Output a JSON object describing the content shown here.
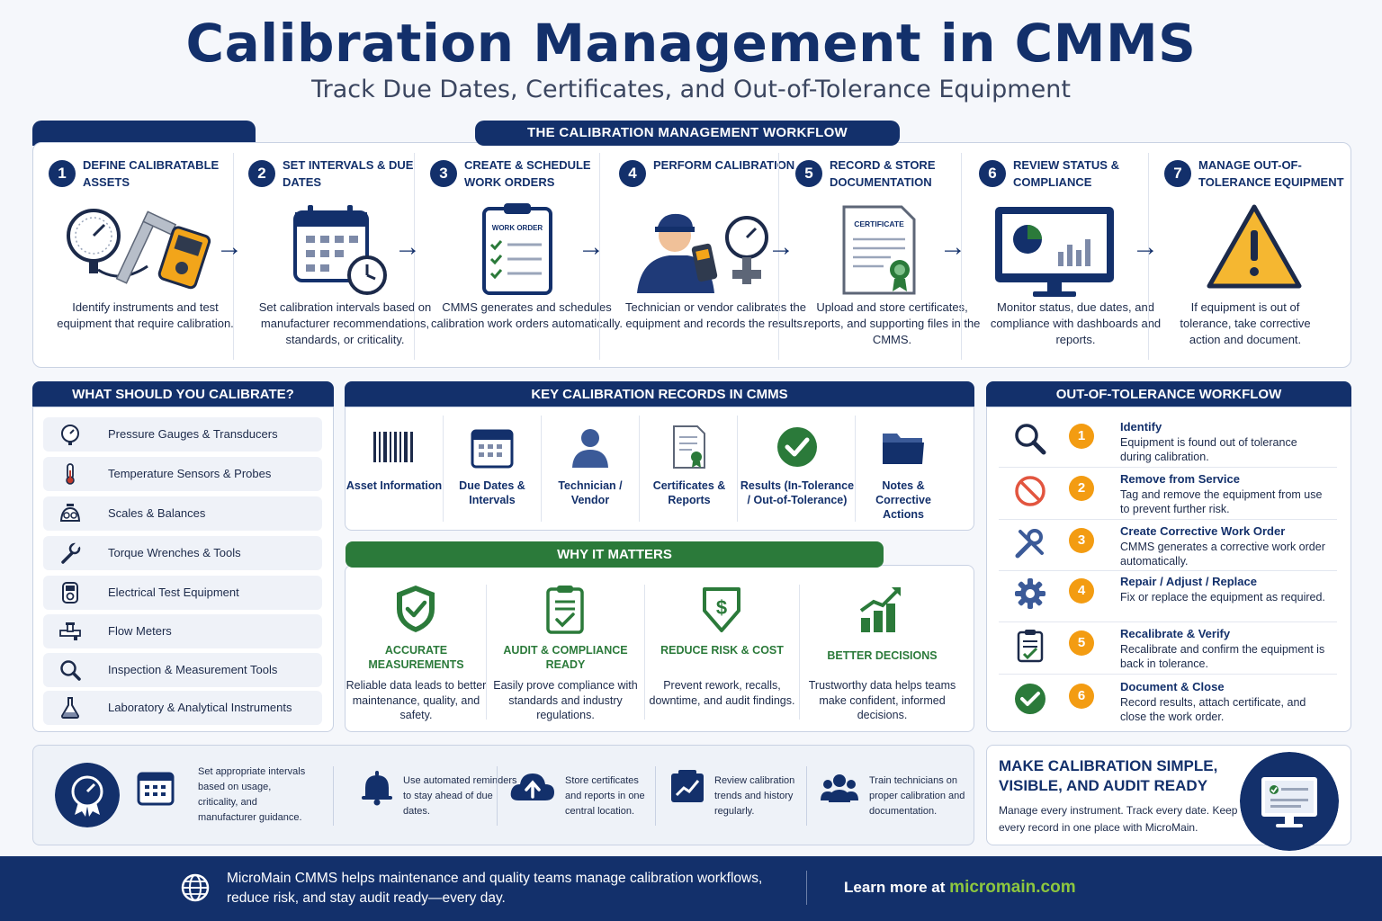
{
  "title": "Calibration Management in CMMS",
  "subtitle": "Track Due Dates, Certificates, and Out-of-Tolerance Equipment",
  "workflow": {
    "header": "THE CALIBRATION MANAGEMENT WORKFLOW",
    "steps": [
      {
        "num": "1",
        "title": "DEFINE CALIBRATABLE ASSETS",
        "desc": "Identify instruments and test equipment that require calibration.",
        "icon": "gauge-caliper-meter-icon"
      },
      {
        "num": "2",
        "title": "SET INTERVALS & DUE DATES",
        "desc": "Set calibration intervals based on manufacturer recommendations, standards, or criticality.",
        "icon": "calendar-clock-icon"
      },
      {
        "num": "3",
        "title": "CREATE & SCHEDULE WORK ORDERS",
        "desc": "CMMS generates and schedules calibration work orders automatically.",
        "icon": "work-order-clipboard-icon",
        "icon_label": "WORK ORDER"
      },
      {
        "num": "4",
        "title": "PERFORM CALIBRATION",
        "desc": "Technician or vendor calibrates the equipment and records the results.",
        "icon": "technician-icon"
      },
      {
        "num": "5",
        "title": "RECORD & STORE DOCUMENTATION",
        "desc": "Upload and store certificates, reports, and supporting files in the CMMS.",
        "icon": "certificate-icon",
        "icon_label": "CERTIFICATE"
      },
      {
        "num": "6",
        "title": "REVIEW STATUS & COMPLIANCE",
        "desc": "Monitor status, due dates, and compliance with dashboards and reports.",
        "icon": "dashboard-monitor-icon"
      },
      {
        "num": "7",
        "title": "MANAGE OUT-OF-TOLERANCE EQUIPMENT",
        "desc": "If equipment is out of tolerance, take corrective action and document.",
        "icon": "warning-icon"
      }
    ]
  },
  "calibrate": {
    "header": "WHAT SHOULD YOU CALIBRATE?",
    "items": [
      {
        "label": "Pressure Gauges & Transducers",
        "icon": "pressure-gauge-icon"
      },
      {
        "label": "Temperature Sensors & Probes",
        "icon": "thermometer-icon"
      },
      {
        "label": "Scales & Balances",
        "icon": "scale-icon"
      },
      {
        "label": "Torque Wrenches & Tools",
        "icon": "wrench-icon"
      },
      {
        "label": "Electrical Test Equipment",
        "icon": "multimeter-icon"
      },
      {
        "label": "Flow Meters",
        "icon": "flow-meter-icon"
      },
      {
        "label": "Inspection & Measurement Tools",
        "icon": "magnifier-icon"
      },
      {
        "label": "Laboratory & Analytical Instruments",
        "icon": "flask-icon"
      }
    ]
  },
  "records": {
    "header": "KEY CALIBRATION RECORDS IN CMMS",
    "items": [
      {
        "label": "Asset Information",
        "icon": "barcode-icon"
      },
      {
        "label": "Due Dates & Intervals",
        "icon": "calendar-icon"
      },
      {
        "label": "Technician / Vendor",
        "icon": "person-icon"
      },
      {
        "label": "Certificates & Reports",
        "icon": "certificate-doc-icon"
      },
      {
        "label": "Results (In-Tolerance / Out-of-Tolerance)",
        "icon": "check-circle-icon"
      },
      {
        "label": "Notes & Corrective Actions",
        "icon": "folder-icon"
      }
    ]
  },
  "why": {
    "header": "WHY IT MATTERS",
    "items": [
      {
        "title": "ACCURATE MEASUREMENTS",
        "desc": "Reliable data leads to better maintenance, quality, and safety.",
        "icon": "shield-check-icon"
      },
      {
        "title": "AUDIT & COMPLIANCE READY",
        "desc": "Easily prove compliance with standards and industry regulations.",
        "icon": "clipboard-check-icon"
      },
      {
        "title": "REDUCE RISK & COST",
        "desc": "Prevent rework, recalls, downtime, and audit findings.",
        "icon": "dollar-shield-icon"
      },
      {
        "title": "BETTER DECISIONS",
        "desc": "Trustworthy data helps teams make confident, informed decisions.",
        "icon": "growth-chart-icon"
      }
    ]
  },
  "oot": {
    "header": "OUT-OF-TOLERANCE WORKFLOW",
    "steps": [
      {
        "num": "1",
        "title": "Identify",
        "desc": "Equipment is found out of tolerance during calibration.",
        "icon": "search-icon"
      },
      {
        "num": "2",
        "title": "Remove from Service",
        "desc": "Tag and remove the equipment from use to prevent further risk.",
        "icon": "prohibited-icon"
      },
      {
        "num": "3",
        "title": "Create Corrective Work Order",
        "desc": "CMMS generates a corrective work order automatically.",
        "icon": "tools-icon"
      },
      {
        "num": "4",
        "title": "Repair / Adjust / Replace",
        "desc": "Fix or replace the equipment as required.",
        "icon": "gear-icon"
      },
      {
        "num": "5",
        "title": "Recalibrate & Verify",
        "desc": "Recalibrate and confirm the equipment is back in tolerance.",
        "icon": "clipboard-check-icon"
      },
      {
        "num": "6",
        "title": "Document & Close",
        "desc": "Record results, attach certificate, and close the work order.",
        "icon": "check-circle-icon"
      }
    ]
  },
  "tips": [
    {
      "text": "Set appropriate intervals based on usage, criticality, and manufacturer guidance.",
      "icon": "calendar-icon"
    },
    {
      "text": "Use automated reminders to stay ahead of due dates.",
      "icon": "bell-icon"
    },
    {
      "text": "Store certificates and reports in one central location.",
      "icon": "cloud-upload-icon"
    },
    {
      "text": "Review calibration trends and history regularly.",
      "icon": "trend-icon"
    },
    {
      "text": "Train technicians on proper calibration and documentation.",
      "icon": "team-icon"
    }
  ],
  "cta": {
    "title": "MAKE CALIBRATION SIMPLE, VISIBLE, AND AUDIT READY",
    "desc": "Manage every instrument. Track every date. Keep every record in one place with MicroMain."
  },
  "footer": {
    "text": "MicroMain CMMS helps maintenance and quality teams manage calibration workflows, reduce risk, and stay audit ready—every day.",
    "cta_prefix": "Learn more at",
    "cta_link": "micromain.com"
  },
  "colors": {
    "navy": "#13306b",
    "green": "#2b7a3a",
    "orange": "#f39c12",
    "lime": "#8cc63f"
  }
}
